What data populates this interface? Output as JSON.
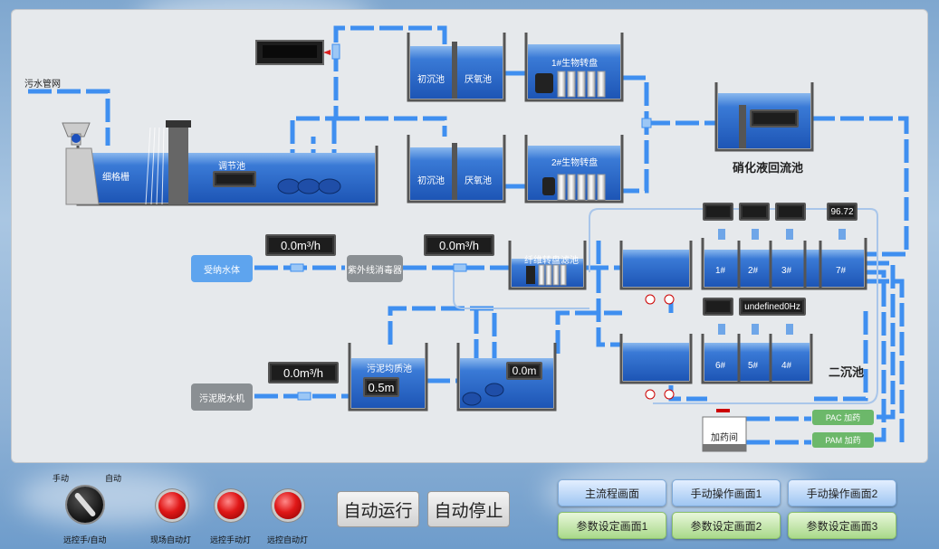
{
  "labels": {
    "sewage_network": "污水管网",
    "fine_screen": "细格栅",
    "regulating_tank": "调节池",
    "primary_tank_1": "初沉池",
    "anoxic_tank_1": "厌氧池",
    "primary_tank_2": "初沉池",
    "anoxic_tank_2": "厌氧池",
    "bio_disc_1": "1#生物转盘",
    "bio_disc_2": "2#生物转盘",
    "nitrate_return_tank": "硝化液回流池",
    "fiber_disc_filter": "纤维转盘滤池",
    "receiving_water": "受纳水体",
    "uv_disinfector": "紫外线消毒器",
    "sludge_dewatering": "污泥脱水机",
    "sludge_tank": "污泥均质池",
    "secondary_clarifier": "二沉池",
    "dosing_room": "加药间",
    "pac_dosing": "PAC 加药",
    "pam_dosing": "PAM 加药",
    "clarifier_1": "1#",
    "clarifier_2": "2#",
    "clarifier_3": "3#",
    "clarifier_4": "4#",
    "clarifier_5": "5#",
    "clarifier_6": "6#",
    "clarifier_7": "7#"
  },
  "readings": {
    "uv_flow": "0.0m³/h",
    "filter_flow": "0.0m³/h",
    "sludge_flow": "0.0m³/h",
    "sludge_level": "0.5m",
    "pump_tank_level": "0.0m",
    "clarifier_7_value": "96.72",
    "pump_freq": "undefined0Hz"
  },
  "control": {
    "switch_manual": "手动",
    "switch_auto": "自动",
    "switch_label": "远控手/自动",
    "lamp_local_auto": "现场自动灯",
    "lamp_remote_manual": "远控手动灯",
    "lamp_remote_auto": "远控自动灯",
    "auto_run": "自动运行",
    "auto_stop": "自动停止"
  },
  "nav": {
    "main_flow": "主流程画面",
    "manual_op_1": "手动操作画面1",
    "manual_op_2": "手动操作画面2",
    "param_1": "参数设定画面1",
    "param_2": "参数设定画面2",
    "param_3": "参数设定画面3"
  },
  "colors": {
    "pipe": "#3f8ff0",
    "pipe_dark": "#1a3a75",
    "water": "#2f6fd0",
    "lamp": "#e01818"
  }
}
